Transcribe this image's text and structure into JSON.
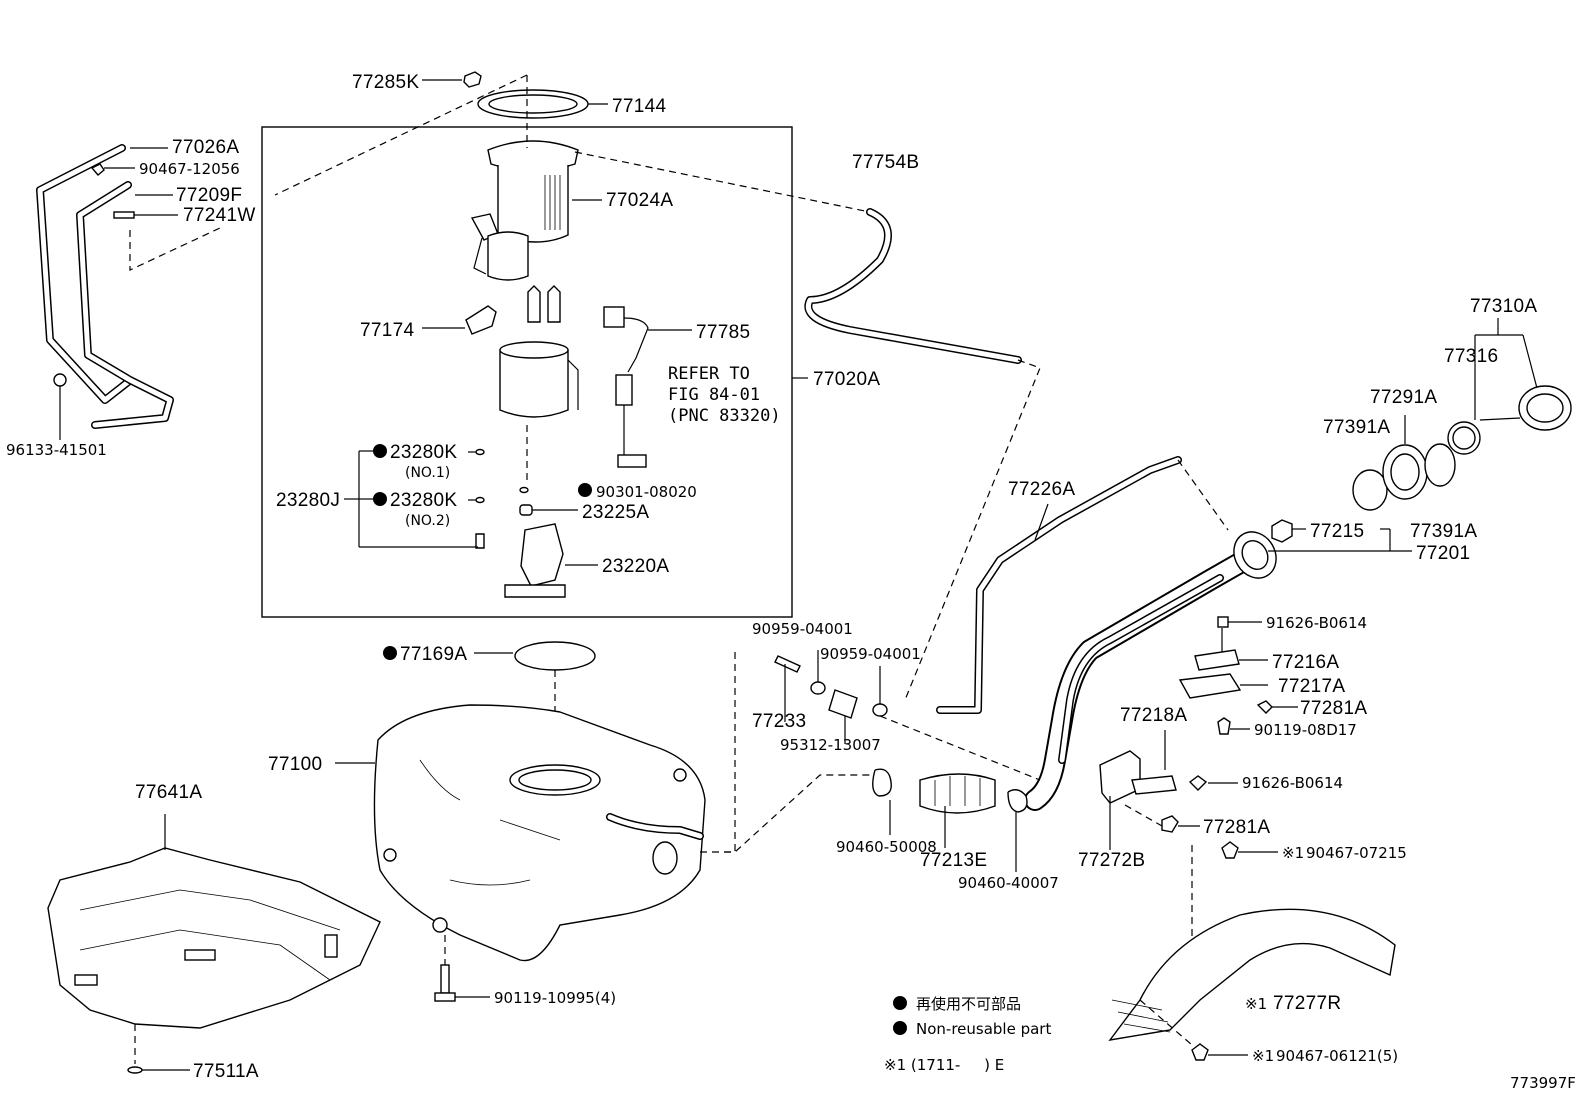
{
  "diagram_id": "773997F",
  "legend": {
    "jp": "再使用不可部品",
    "en": "Non-reusable part",
    "note": "※1 (1711-     ) E"
  },
  "parts": {
    "p77285K": "77285K",
    "p77144": "77144",
    "p77026A": "77026A",
    "p90467_12056": "90467-12056",
    "p77209F": "77209F",
    "p77241W": "77241W",
    "p77024A": "77024A",
    "p77754B": "77754B",
    "p77174": "77174",
    "p77785": "77785",
    "p77020A": "77020A",
    "refer1": "REFER TO",
    "refer2": "FIG 84-01",
    "refer3": "(PNC 83320)",
    "p96133_41501": "96133-41501",
    "p23280K_1": "23280K",
    "no1": "(NO.1)",
    "p23280J": "23280J",
    "p23280K_2": "23280K",
    "no2": "(NO.2)",
    "p90301_08020": "90301-08020",
    "p23225A": "23225A",
    "p23220A": "23220A",
    "p77310A": "77310A",
    "p77316": "77316",
    "p77291A": "77291A",
    "p77391A_1": "77391A",
    "p77391A_2": "77391A",
    "p77215": "77215",
    "p77201": "77201",
    "p77226A": "77226A",
    "p90959_04001_a": "90959-04001",
    "p90959_04001_b": "90959-04001",
    "p77169A": "77169A",
    "p77233": "77233",
    "p95312_13007": "95312-13007",
    "p91626_B0614_a": "91626-B0614",
    "p77216A": "77216A",
    "p77217A": "77217A",
    "p77281A_a": "77281A",
    "p77218A": "77218A",
    "p90119_08D17": "90119-08D17",
    "p77100": "77100",
    "p77641A": "77641A",
    "p91626_B0614_b": "91626-B0614",
    "p77281A_b": "77281A",
    "p90460_50008": "90460-50008",
    "p77213E": "77213E",
    "p90460_40007": "90460-40007",
    "p77272B": "77272B",
    "p90467_07215": "90467-07215",
    "p90119_10995": "90119-10995(4)",
    "p77277R": "77277R",
    "p77511A": "77511A",
    "p90467_06121": "90467-06121(5)",
    "note_mark": "※1"
  }
}
